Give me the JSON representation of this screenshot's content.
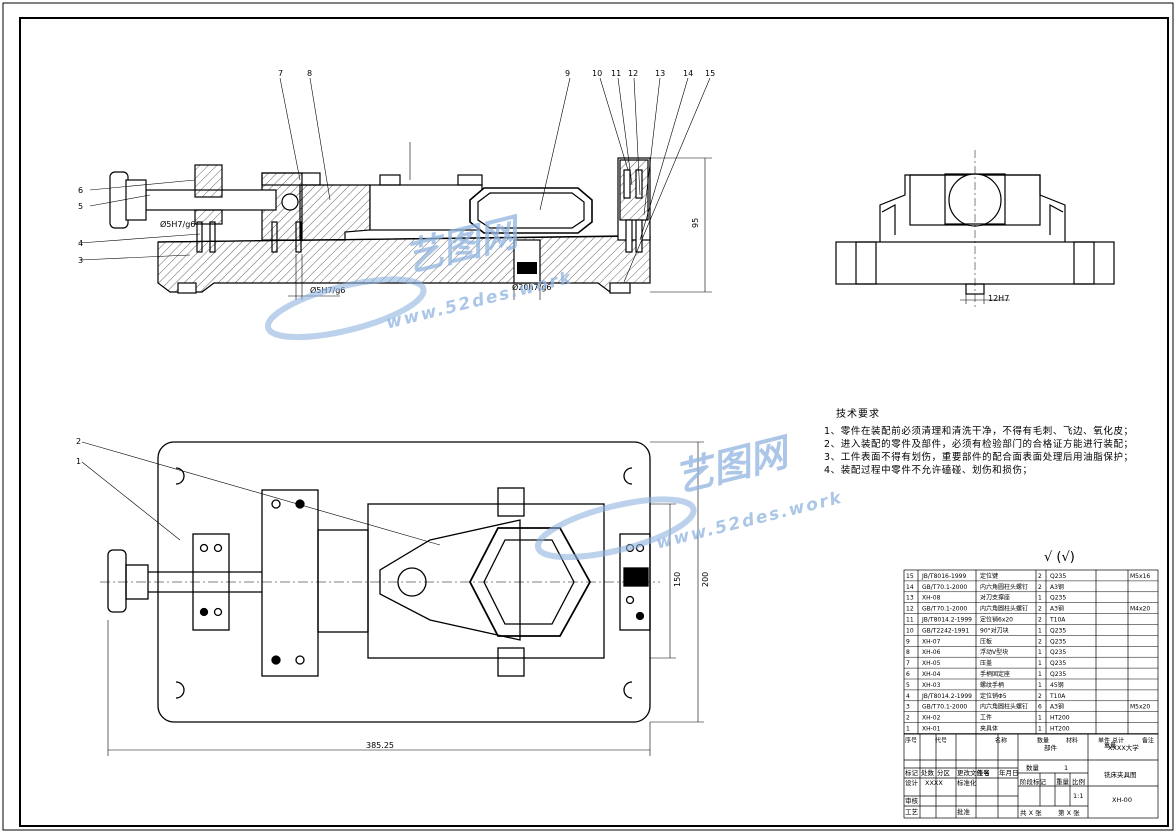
{
  "balloons_top": [
    "6",
    "5",
    "4",
    "3",
    "7",
    "8",
    "9",
    "10",
    "11",
    "12",
    "13",
    "14",
    "15"
  ],
  "balloons_plan": [
    "2",
    "1"
  ],
  "dimensions": {
    "fit_left": "Ø5H7/g6",
    "fit_bottom": "Ø5H7/g6",
    "fit_center": "Ø20h7/g6",
    "height_95": "95",
    "slot_fit": "12H7",
    "length": "385.25",
    "width_150": "150",
    "width_200": "200"
  },
  "tech_requirements": {
    "title": "技术要求",
    "lines": [
      "1、零件在装配前必须清理和清洗干净，不得有毛刺、飞边、氧化皮；",
      "2、进入装配的零件及部件，必须有检验部门的合格证方能进行装配；",
      "3、工件表面不得有划伤，重要部件的配合面表面处理后用油脂保护；",
      "4、装配过程中零件不允许磕碰、划伤和损伤；"
    ]
  },
  "roughness": "√ (√)",
  "bom": {
    "rows": [
      {
        "no": "15",
        "code": "JB/T8016-1999",
        "name": "定位键",
        "qty": "2",
        "mat": "Q235",
        "note": "M5x16"
      },
      {
        "no": "14",
        "code": "GB/T70.1-2000",
        "name": "内六角圆柱头螺钉",
        "qty": "2",
        "mat": "A3钢",
        "note": ""
      },
      {
        "no": "13",
        "code": "XH-08",
        "name": "对刀支撑座",
        "qty": "1",
        "mat": "Q235",
        "note": ""
      },
      {
        "no": "12",
        "code": "GB/T70.1-2000",
        "name": "内六角圆柱头螺钉",
        "qty": "2",
        "mat": "A3钢",
        "note": "M4x20"
      },
      {
        "no": "11",
        "code": "JB/T8014.2-1999",
        "name": "定位销6x20",
        "qty": "2",
        "mat": "T10A",
        "note": ""
      },
      {
        "no": "10",
        "code": "GB/T2242-1991",
        "name": "90°对刀块",
        "qty": "1",
        "mat": "Q235",
        "note": ""
      },
      {
        "no": "9",
        "code": "XH-07",
        "name": "压板",
        "qty": "2",
        "mat": "Q235",
        "note": ""
      },
      {
        "no": "8",
        "code": "XH-06",
        "name": "浮动V型块",
        "qty": "1",
        "mat": "Q235",
        "note": ""
      },
      {
        "no": "7",
        "code": "XH-05",
        "name": "压盖",
        "qty": "1",
        "mat": "Q235",
        "note": ""
      },
      {
        "no": "6",
        "code": "XH-04",
        "name": "手柄固定座",
        "qty": "1",
        "mat": "Q235",
        "note": ""
      },
      {
        "no": "5",
        "code": "XH-03",
        "name": "螺纹手柄",
        "qty": "1",
        "mat": "45钢",
        "note": ""
      },
      {
        "no": "4",
        "code": "JB/T8014.2-1999",
        "name": "定位销Φ5",
        "qty": "2",
        "mat": "T10A",
        "note": ""
      },
      {
        "no": "3",
        "code": "GB/T70.1-2000",
        "name": "内六角圆柱头螺钉",
        "qty": "6",
        "mat": "A3钢",
        "note": "M5x20"
      },
      {
        "no": "2",
        "code": "XH-02",
        "name": "工件",
        "qty": "1",
        "mat": "HT200",
        "note": ""
      },
      {
        "no": "1",
        "code": "XH-01",
        "name": "夹具体",
        "qty": "1",
        "mat": "HT200",
        "note": ""
      }
    ],
    "header": {
      "no": "序号",
      "code": "代号",
      "name": "名称",
      "qty": "数量",
      "mat": "材料",
      "single": "单件",
      "total": "总计",
      "weight": "重量",
      "note": "备注"
    }
  },
  "title_block": {
    "part": "部件",
    "school": "XXXX大学",
    "qty_label": "数量",
    "qty_value": "1",
    "drawing_name": "铣床夹具图",
    "stage": "阶段标记",
    "weight": "重量",
    "scale": "比例",
    "scale_value": "1:1",
    "code": "XH-00",
    "mark": "标记",
    "count": "处数",
    "zone": "分区",
    "change_doc": "更改文件号",
    "signature": "签名",
    "date": "年月日",
    "design": "设计",
    "design_name": "XXXX",
    "standard": "标准化",
    "review": "审核",
    "process": "工艺",
    "approve": "批准",
    "sheets": "共 X 张",
    "sheet_no": "第 X 张"
  },
  "watermark": {
    "brand": "艺图网",
    "url": "www.52des.work"
  },
  "colors": {
    "line": "#000000",
    "watermark": "#8fb4e0"
  }
}
